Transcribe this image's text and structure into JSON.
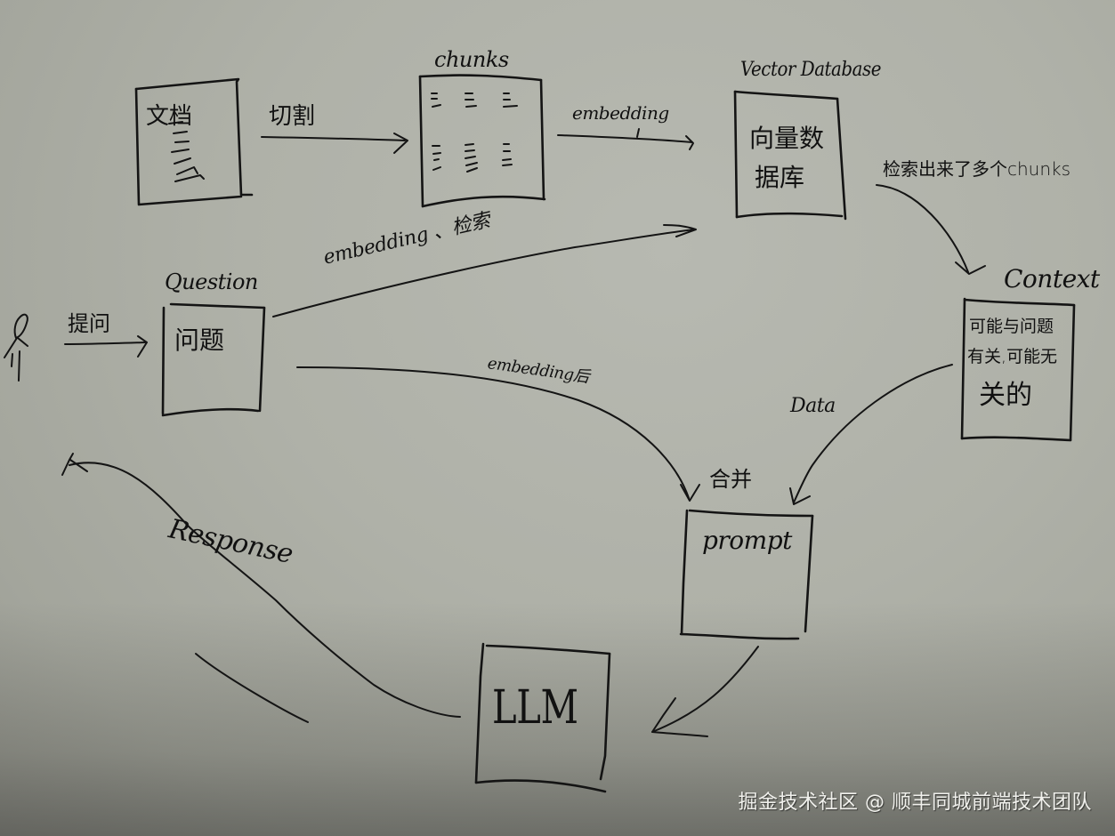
{
  "diagram": {
    "type": "hand-drawn RAG flow sketch",
    "nodes": {
      "user": {
        "label": ""
      },
      "document": {
        "label": "文档"
      },
      "chunks": {
        "title": "chunks"
      },
      "vector_db": {
        "title": "Vector Database",
        "label_line1": "向量数",
        "label_line2": "据库"
      },
      "question": {
        "title": "Question",
        "label": "问题"
      },
      "context": {
        "title": "Context",
        "label_line1": "可能与问题",
        "label_line2": "有关,可能无",
        "label_line3": "关的"
      },
      "prompt": {
        "label": "prompt"
      },
      "llm": {
        "label": "LLM"
      }
    },
    "edges": {
      "ask": {
        "from": "user",
        "to": "question",
        "label": "提问"
      },
      "split": {
        "from": "document",
        "to": "chunks",
        "label": "切割"
      },
      "embed_chunks": {
        "from": "chunks",
        "to": "vector_db",
        "label": "embedding"
      },
      "embed_search": {
        "from": "question",
        "to": "vector_db",
        "label": "embedding 、检索"
      },
      "retrieve": {
        "from": "vector_db",
        "to": "context",
        "label": "检索出来了多个chunks"
      },
      "embedded_question": {
        "from": "question",
        "to": "prompt",
        "label": "embedding后"
      },
      "data": {
        "from": "context",
        "to": "prompt",
        "label": "Data"
      },
      "merge": {
        "label": "合并"
      },
      "to_llm": {
        "from": "prompt",
        "to": "llm",
        "label": ""
      },
      "response": {
        "from": "llm",
        "to": "user",
        "label": "Response"
      }
    }
  },
  "watermark": "掘金技术社区 @ 顺丰同城前端技术团队",
  "colors": {
    "paper": "#afb1a8",
    "ink": "#141414",
    "watermark": "#f0f0ec"
  }
}
